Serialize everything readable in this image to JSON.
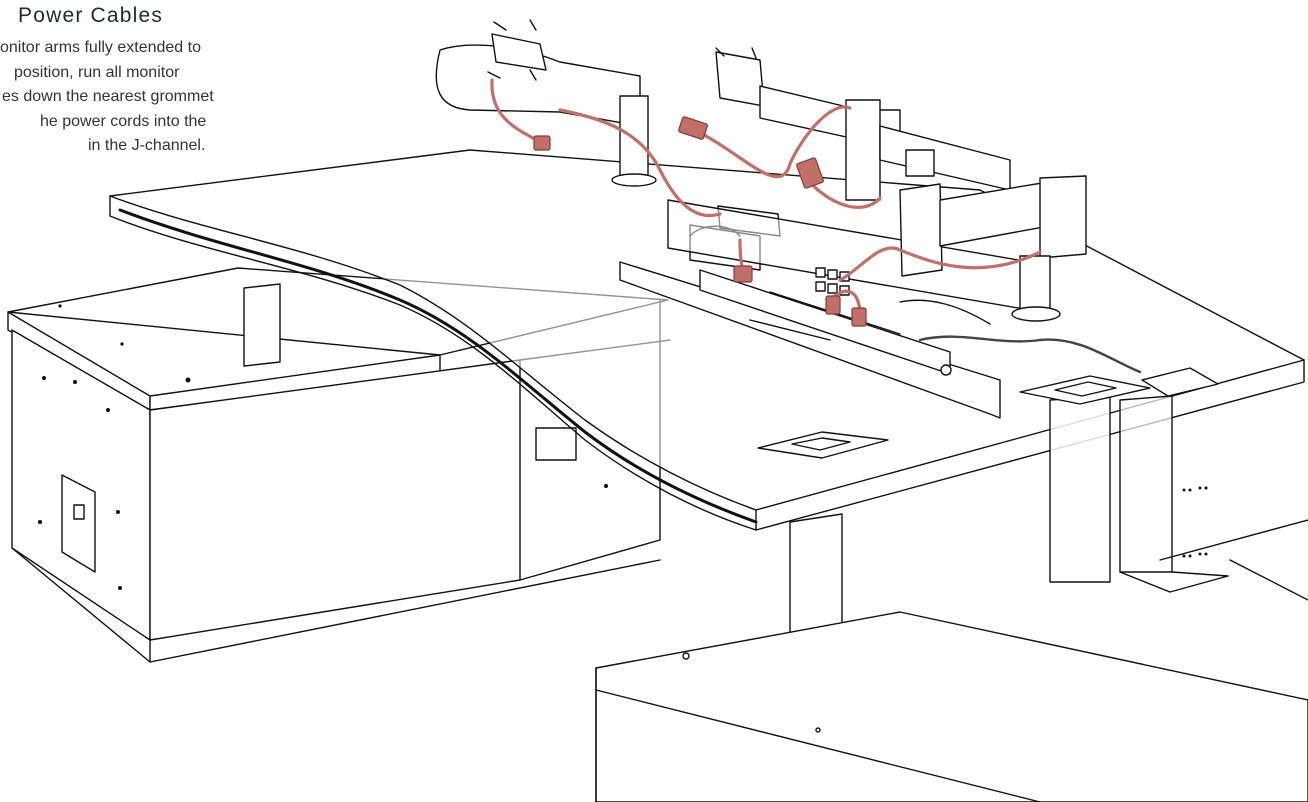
{
  "step": {
    "title": "Power Cables",
    "instruction_lines": [
      "onitor arms fully extended to",
      "position, run all monitor",
      "es down the nearest grommet",
      "he power cords into the",
      "in the J-channel."
    ]
  },
  "colors": {
    "line": "#111111",
    "cable": "#c07068",
    "cable_dark": "#8a3a34",
    "dark_cable": "#444444",
    "text": "#333333"
  }
}
